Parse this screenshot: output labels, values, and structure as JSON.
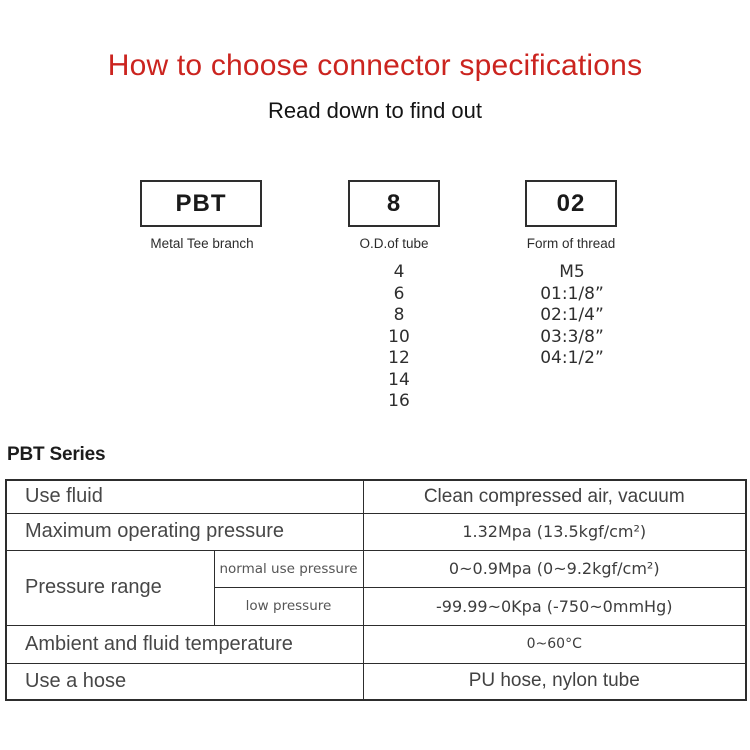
{
  "header": {
    "title": "How to choose connector specifications",
    "subtitle": "Read down to find out"
  },
  "breakdown": {
    "segments": [
      {
        "code": "PBT",
        "label": "Metal Tee branch",
        "options": []
      },
      {
        "code": "8",
        "label": "O.D.of tube",
        "options": [
          "4",
          "6",
          "8",
          "10",
          "12",
          "14",
          "16"
        ]
      },
      {
        "code": "02",
        "label": "Form of thread",
        "options": [
          "M5",
          "01:1/8”",
          "02:1/4”",
          "03:3/8”",
          "04:1/2”"
        ]
      }
    ]
  },
  "series": {
    "heading": "PBT Series",
    "table": {
      "rows": [
        {
          "label": "Use fluid",
          "value": "Clean compressed air, vacuum",
          "shaded": true
        },
        {
          "label": "Maximum operating pressure",
          "value": "1.32Mpa (13.5kgf/cm²)",
          "shaded": false
        },
        {
          "label": "Pressure range",
          "sub_rows": [
            {
              "sub_label": "normal use pressure",
              "value": "0~0.9Mpa (0~9.2kgf/cm²)",
              "shaded": true
            },
            {
              "sub_label": "low pressure",
              "value": "-99.99~0Kpa (-750~0mmHg)",
              "shaded": false
            }
          ]
        },
        {
          "label": "Ambient and fluid temperature",
          "value": "0~60°C",
          "shaded": true
        },
        {
          "label": "Use a hose",
          "value": "PU hose, nylon tube",
          "shaded": false
        }
      ]
    }
  },
  "colors": {
    "accent_red": "#cb241f",
    "row_shade": "#f4ecda",
    "table_border": "#2d2d2d",
    "text_dark": "#1a1a1a",
    "text_gray": "#474747"
  }
}
